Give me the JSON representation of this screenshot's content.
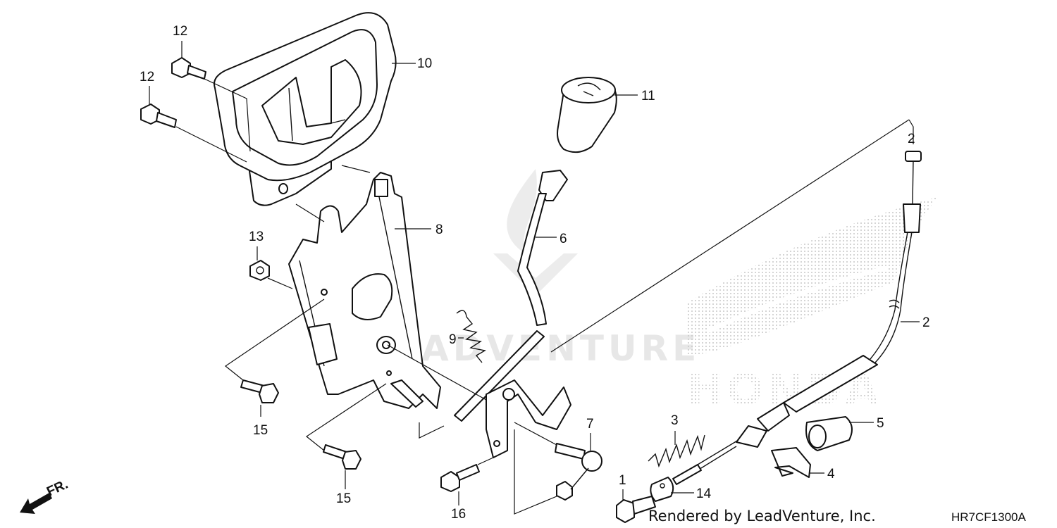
{
  "watermark": {
    "brand_text": "LEADVENTURE"
  },
  "logo": {
    "brand_text": "HONDA"
  },
  "direction": {
    "label": "FR."
  },
  "callouts": [
    {
      "id": "c12a",
      "text": "12"
    },
    {
      "id": "c12b",
      "text": "12"
    },
    {
      "id": "c10",
      "text": "10"
    },
    {
      "id": "c11",
      "text": "11"
    },
    {
      "id": "c8",
      "text": "8"
    },
    {
      "id": "c6",
      "text": "6"
    },
    {
      "id": "c13",
      "text": "13"
    },
    {
      "id": "c9",
      "text": "9"
    },
    {
      "id": "c2a",
      "text": "2"
    },
    {
      "id": "c2b",
      "text": "2"
    },
    {
      "id": "c3",
      "text": "3"
    },
    {
      "id": "c5",
      "text": "5"
    },
    {
      "id": "c4",
      "text": "4"
    },
    {
      "id": "c7",
      "text": "7"
    },
    {
      "id": "c1",
      "text": "1"
    },
    {
      "id": "c14",
      "text": "14"
    },
    {
      "id": "c15a",
      "text": "15"
    },
    {
      "id": "c15b",
      "text": "15"
    },
    {
      "id": "c16",
      "text": "16"
    }
  ],
  "footer": {
    "credit": "Rendered by LeadVenture, Inc.",
    "diagram_code": "HR7CF1300A"
  }
}
